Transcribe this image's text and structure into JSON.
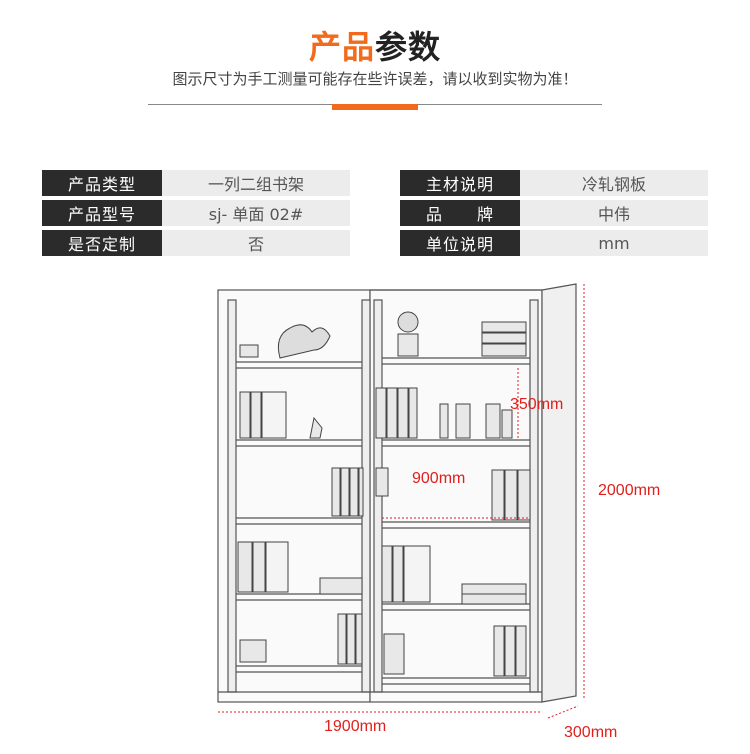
{
  "header": {
    "title_accent": "产品",
    "title_rest": "参数",
    "subtitle": "图示尺寸为手工测量可能存在些许误差，请以收到实物为准！"
  },
  "specs_left": [
    {
      "label": "产品类型",
      "value": "一列二组书架"
    },
    {
      "label": "产品型号",
      "value": "sj- 单面 02#"
    },
    {
      "label": "是否定制",
      "value": "否"
    }
  ],
  "specs_right": [
    {
      "label": "主材说明",
      "value": "冷轧钢板"
    },
    {
      "label": "品　　牌",
      "value": "中伟"
    },
    {
      "label": "单位说明",
      "value": "mm"
    }
  ],
  "dimensions": {
    "shelf_gap": "350mm",
    "bay_width": "900mm",
    "height": "2000mm",
    "width": "1900mm",
    "depth": "300mm"
  },
  "colors": {
    "accent": "#f26a1b",
    "dimension": "#e0201c",
    "label_bg": "#2b2b2b",
    "value_bg": "#ececec"
  }
}
